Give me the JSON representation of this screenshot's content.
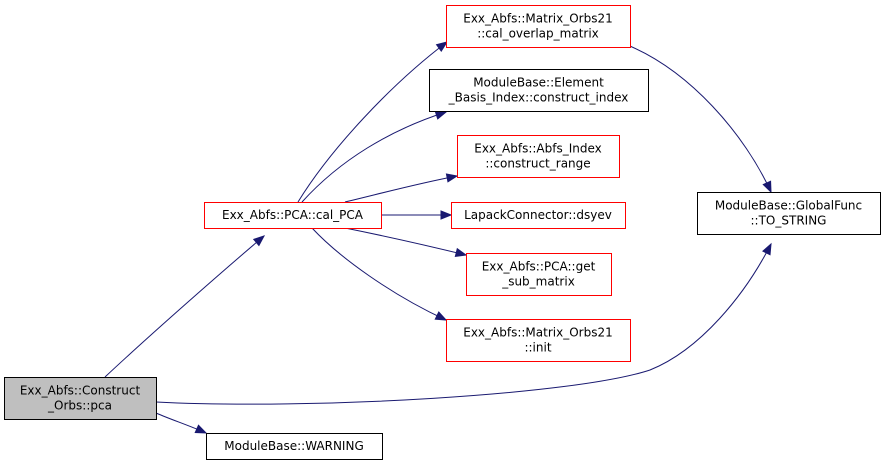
{
  "colors": {
    "edge": "#191970",
    "documented_border": "#ff0000",
    "plain_border": "#000000",
    "root_fill": "#bfbfbf",
    "node_fill": "#ffffff"
  },
  "nodes": {
    "construct-orbs-pca": {
      "lines": [
        "Exx_Abfs::Construct",
        "_Orbs::pca"
      ],
      "style": "root"
    },
    "pca-cal-pca": {
      "lines": [
        "Exx_Abfs::PCA::cal_PCA"
      ],
      "style": "documented"
    },
    "module-base-warning": {
      "lines": [
        "ModuleBase::WARNING"
      ],
      "style": "plain"
    },
    "matrix-orbs21-cal-overlap": {
      "lines": [
        "Exx_Abfs::Matrix_Orbs21",
        "::cal_overlap_matrix"
      ],
      "style": "documented"
    },
    "element-basis-construct-index": {
      "lines": [
        "ModuleBase::Element",
        "_Basis_Index::construct_index"
      ],
      "style": "plain"
    },
    "abfs-index-construct-range": {
      "lines": [
        "Exx_Abfs::Abfs_Index",
        "::construct_range"
      ],
      "style": "documented"
    },
    "lapack-connector-dsyev": {
      "lines": [
        "LapackConnector::dsyev"
      ],
      "style": "documented"
    },
    "pca-get-sub-matrix": {
      "lines": [
        "Exx_Abfs::PCA::get",
        "_sub_matrix"
      ],
      "style": "documented"
    },
    "matrix-orbs21-init": {
      "lines": [
        "Exx_Abfs::Matrix_Orbs21",
        "::init"
      ],
      "style": "documented"
    },
    "global-func-to-string": {
      "lines": [
        "ModuleBase::GlobalFunc",
        "::TO_STRING"
      ],
      "style": "plain"
    }
  },
  "edges": [
    {
      "from": "construct-orbs-pca",
      "to": "pca-cal-pca"
    },
    {
      "from": "construct-orbs-pca",
      "to": "global-func-to-string"
    },
    {
      "from": "construct-orbs-pca",
      "to": "module-base-warning"
    },
    {
      "from": "pca-cal-pca",
      "to": "matrix-orbs21-cal-overlap"
    },
    {
      "from": "pca-cal-pca",
      "to": "element-basis-construct-index"
    },
    {
      "from": "pca-cal-pca",
      "to": "abfs-index-construct-range"
    },
    {
      "from": "pca-cal-pca",
      "to": "lapack-connector-dsyev"
    },
    {
      "from": "pca-cal-pca",
      "to": "pca-get-sub-matrix"
    },
    {
      "from": "pca-cal-pca",
      "to": "matrix-orbs21-init"
    },
    {
      "from": "matrix-orbs21-cal-overlap",
      "to": "global-func-to-string"
    }
  ]
}
